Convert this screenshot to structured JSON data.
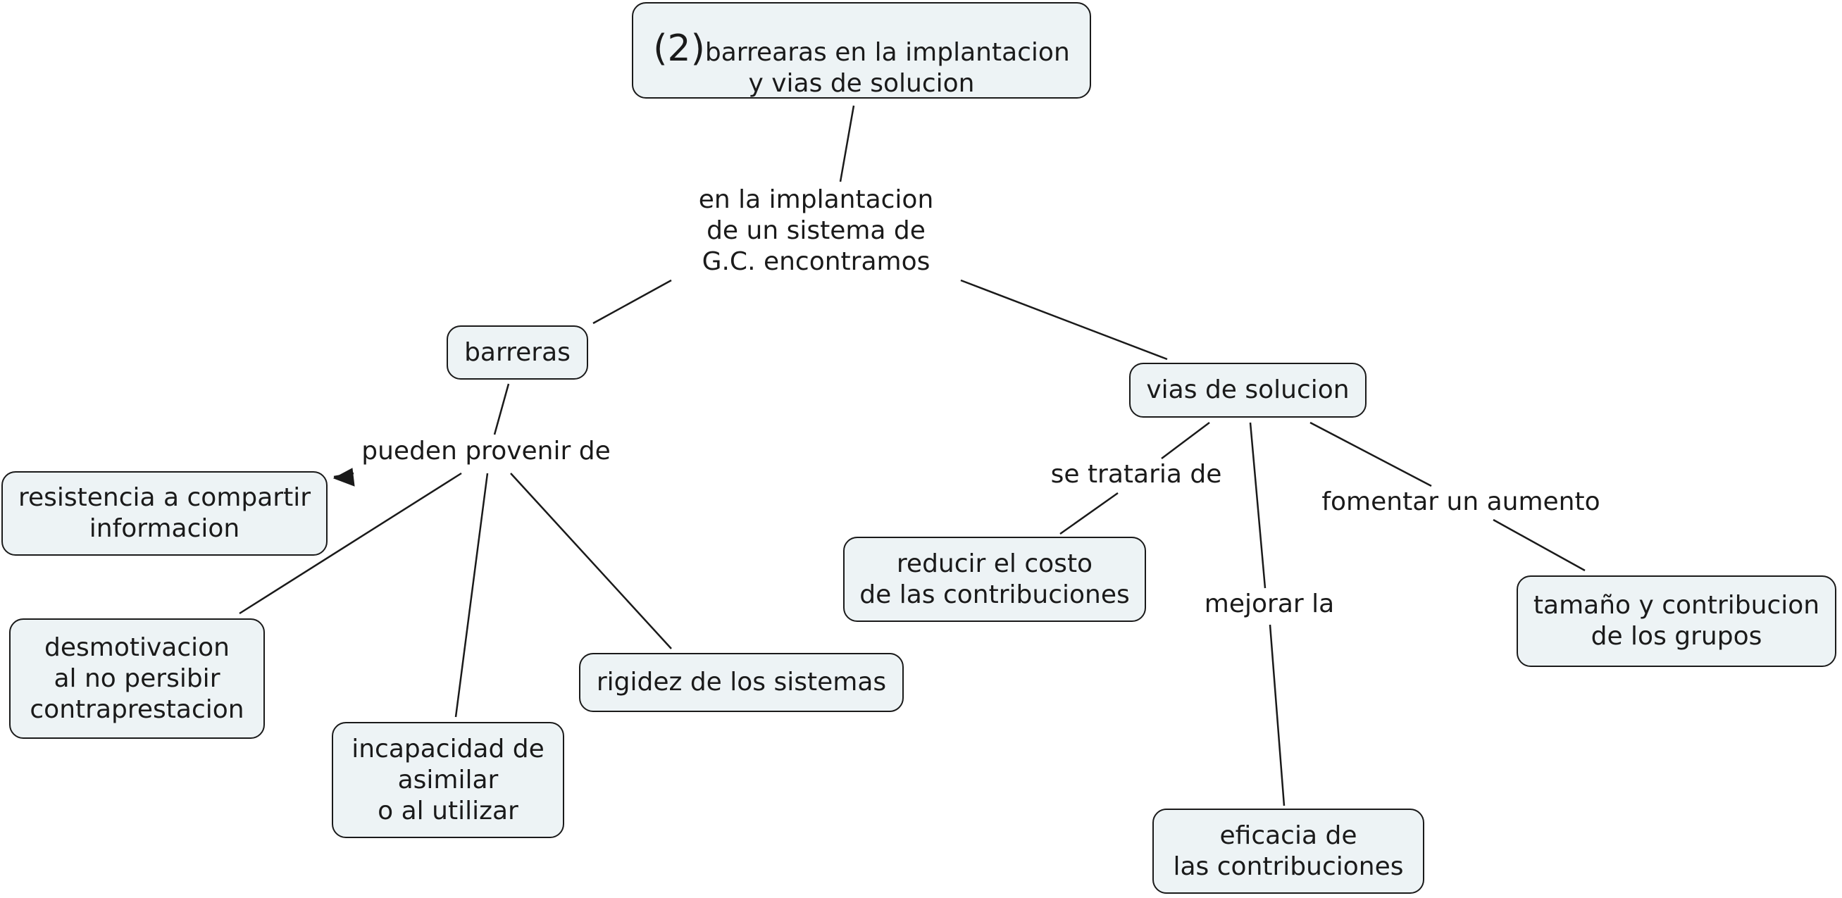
{
  "concept_map": {
    "title": {
      "number": "(2)",
      "line1": "barrearas en la implantacion",
      "line2": "y vias de solucion"
    },
    "linking_phrases": {
      "main": "en la implantacion\nde un sistema de\n G.C. encontramos",
      "barreras_from": "pueden provenir de",
      "se_trataria": "se trataria de",
      "mejorar": "mejorar la",
      "fomentar": "fomentar un aumento"
    },
    "nodes": {
      "barreras": "barreras",
      "vias": "vias de solucion",
      "resistencia": "resistencia a compartir\ninformacion",
      "desmotivacion": "desmotivacion\n al no persibir\ncontraprestacion",
      "incapacidad": "incapacidad de\nasimilar\no al utilizar",
      "rigidez": "rigidez de los sistemas",
      "reducir": "reducir el costo\nde las contribuciones",
      "eficacia": "eficacia de\nlas contribuciones",
      "tamano": "tamaño y contribucion\nde los grupos"
    }
  }
}
